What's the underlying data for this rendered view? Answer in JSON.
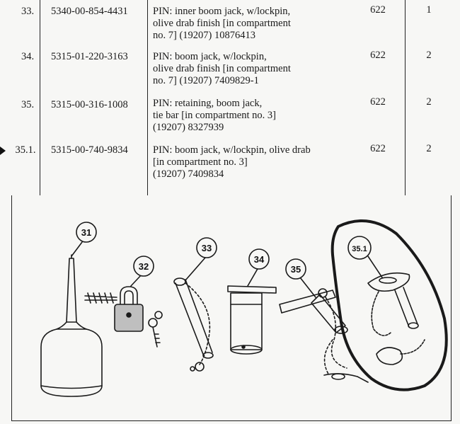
{
  "rows": [
    {
      "item": "33.",
      "nsn": "5340-00-854-4431",
      "description": "PIN: inner boom jack, w/lockpin,\nolive drab finish [in compartment\nno. 7] (19207) 10876413",
      "code": "622",
      "qty": "1"
    },
    {
      "item": "34.",
      "nsn": "5315-01-220-3163",
      "description": "PIN: boom jack, w/lockpin,\nolive drab finish [in compartment\nno. 7] (19207) 7409829-1",
      "code": "622",
      "qty": "2"
    },
    {
      "item": "35.",
      "nsn": "5315-00-316-1008",
      "description": "PIN: retaining, boom jack,\ntie bar [in compartment no. 3]\n(19207) 8327939",
      "code": "622",
      "qty": "2"
    },
    {
      "item": "35.1.",
      "nsn": "5315-00-740-9834",
      "description": "PIN: boom jack, w/lockpin, olive drab\n[in compartment no. 3]\n(19207) 7409834",
      "code": "622",
      "qty": "2"
    }
  ],
  "callouts": [
    "31",
    "32",
    "33",
    "34",
    "35",
    "35.1"
  ],
  "icons": {
    "row_marker": "triangle-pointer-icon",
    "c31": "oil-can-icon",
    "c32": "padlock-with-key-icon",
    "c33": "pin-with-chain-icon",
    "c34": "boom-jack-pin-icon",
    "c35": "retaining-pin-icon",
    "c35_1": "lockpin-with-chain-icon"
  }
}
